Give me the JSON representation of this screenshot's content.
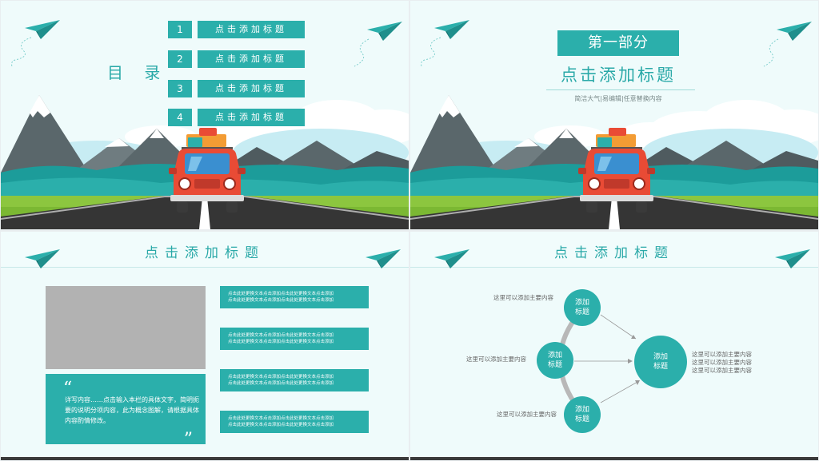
{
  "slide1": {
    "toc_title": "目 录",
    "items": [
      {
        "num": "1",
        "label": "点击添加标题"
      },
      {
        "num": "2",
        "label": "点击添加标题"
      },
      {
        "num": "3",
        "label": "点击添加标题"
      },
      {
        "num": "4",
        "label": "点击添加标题"
      }
    ]
  },
  "slide2": {
    "part_label": "第一部分",
    "title": "点击添加标题",
    "subtitle": "简洁大气|易编辑|任意替换内容"
  },
  "slide3": {
    "header": "点击添加标题",
    "quote_open": "“",
    "quote_close": "”",
    "quote_text": "详写内容……点击输入本栏的具体文字，简明扼要的说明分项内容，此为概念图解，请根据具体内容酌情修改。",
    "blocks": [
      {
        "line1": "点击此处更换文本点击添加点击此处更换文本点击添加",
        "line2": "点击此处更换文本点击添加点击此处更换文本点击添加"
      },
      {
        "line1": "点击此处更换文本点击添加点击此处更换文本点击添加",
        "line2": "点击此处更换文本点击添加点击此处更换文本点击添加"
      },
      {
        "line1": "点击此处更换文本点击添加点击此处更换文本点击添加",
        "line2": "点击此处更换文本点击添加点击此处更换文本点击添加"
      },
      {
        "line1": "点击此处更换文本点击添加点击此处更换文本点击添加",
        "line2": "点击此处更换文本点击添加点击此处更换文本点击添加"
      }
    ]
  },
  "slide4": {
    "header": "点击添加标题",
    "node_top": "添加\n标题",
    "node_mid": "添加\n标题",
    "node_bottom": "添加\n标题",
    "node_right": "添加\n标题",
    "label_top": "这里可以添加主要内容",
    "label_mid": "这里可以添加主要内容",
    "label_bottom": "这里可以添加主要内容",
    "right_lines": [
      "这里可以添加主要内容",
      "这里可以添加主要内容",
      "这里可以添加主要内容"
    ]
  },
  "colors": {
    "accent": "#2bafab",
    "sky": "#effbfb",
    "mountain": "#4f5b5f",
    "grass": "#8cc63f",
    "road": "#353535",
    "car": "#e94b35"
  },
  "icons": [
    "paper-plane-icon",
    "mountain-illustration",
    "car-illustration",
    "quote-mark-icon"
  ]
}
